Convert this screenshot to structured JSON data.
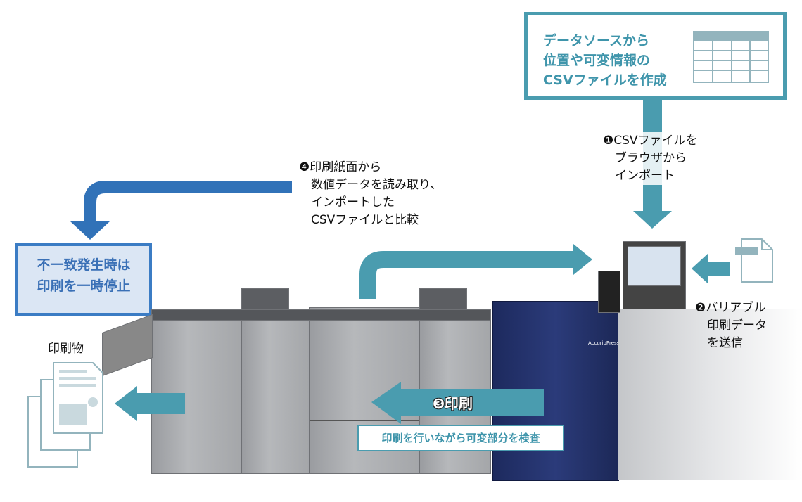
{
  "csv_box": {
    "text": "データソースから\n位置や可変情報の\nCSVファイルを作成"
  },
  "step1": {
    "text": "❶CSVファイルを\n　ブラウザから\n　インポート"
  },
  "step2": {
    "text": "❷バリアブル\n　印刷データ\n　を送信"
  },
  "step3": {
    "text": "❸印刷",
    "caption": "印刷を行いながら可変部分を検査"
  },
  "step4": {
    "text": "❹印刷紙面から\n　数値データを読み取り、\n　インポートした\n　CSVファイルと比較"
  },
  "stop_box": {
    "text": "不一致発生時は\n印刷を一時停止"
  },
  "output": {
    "label": "印刷物"
  },
  "printer": {
    "brand": "AccurioPress"
  },
  "colors": {
    "teal": "#4a9caf",
    "blue": "#3172b8",
    "box_bg": "#dbe6f4",
    "press_navy": "#1f2d63"
  }
}
